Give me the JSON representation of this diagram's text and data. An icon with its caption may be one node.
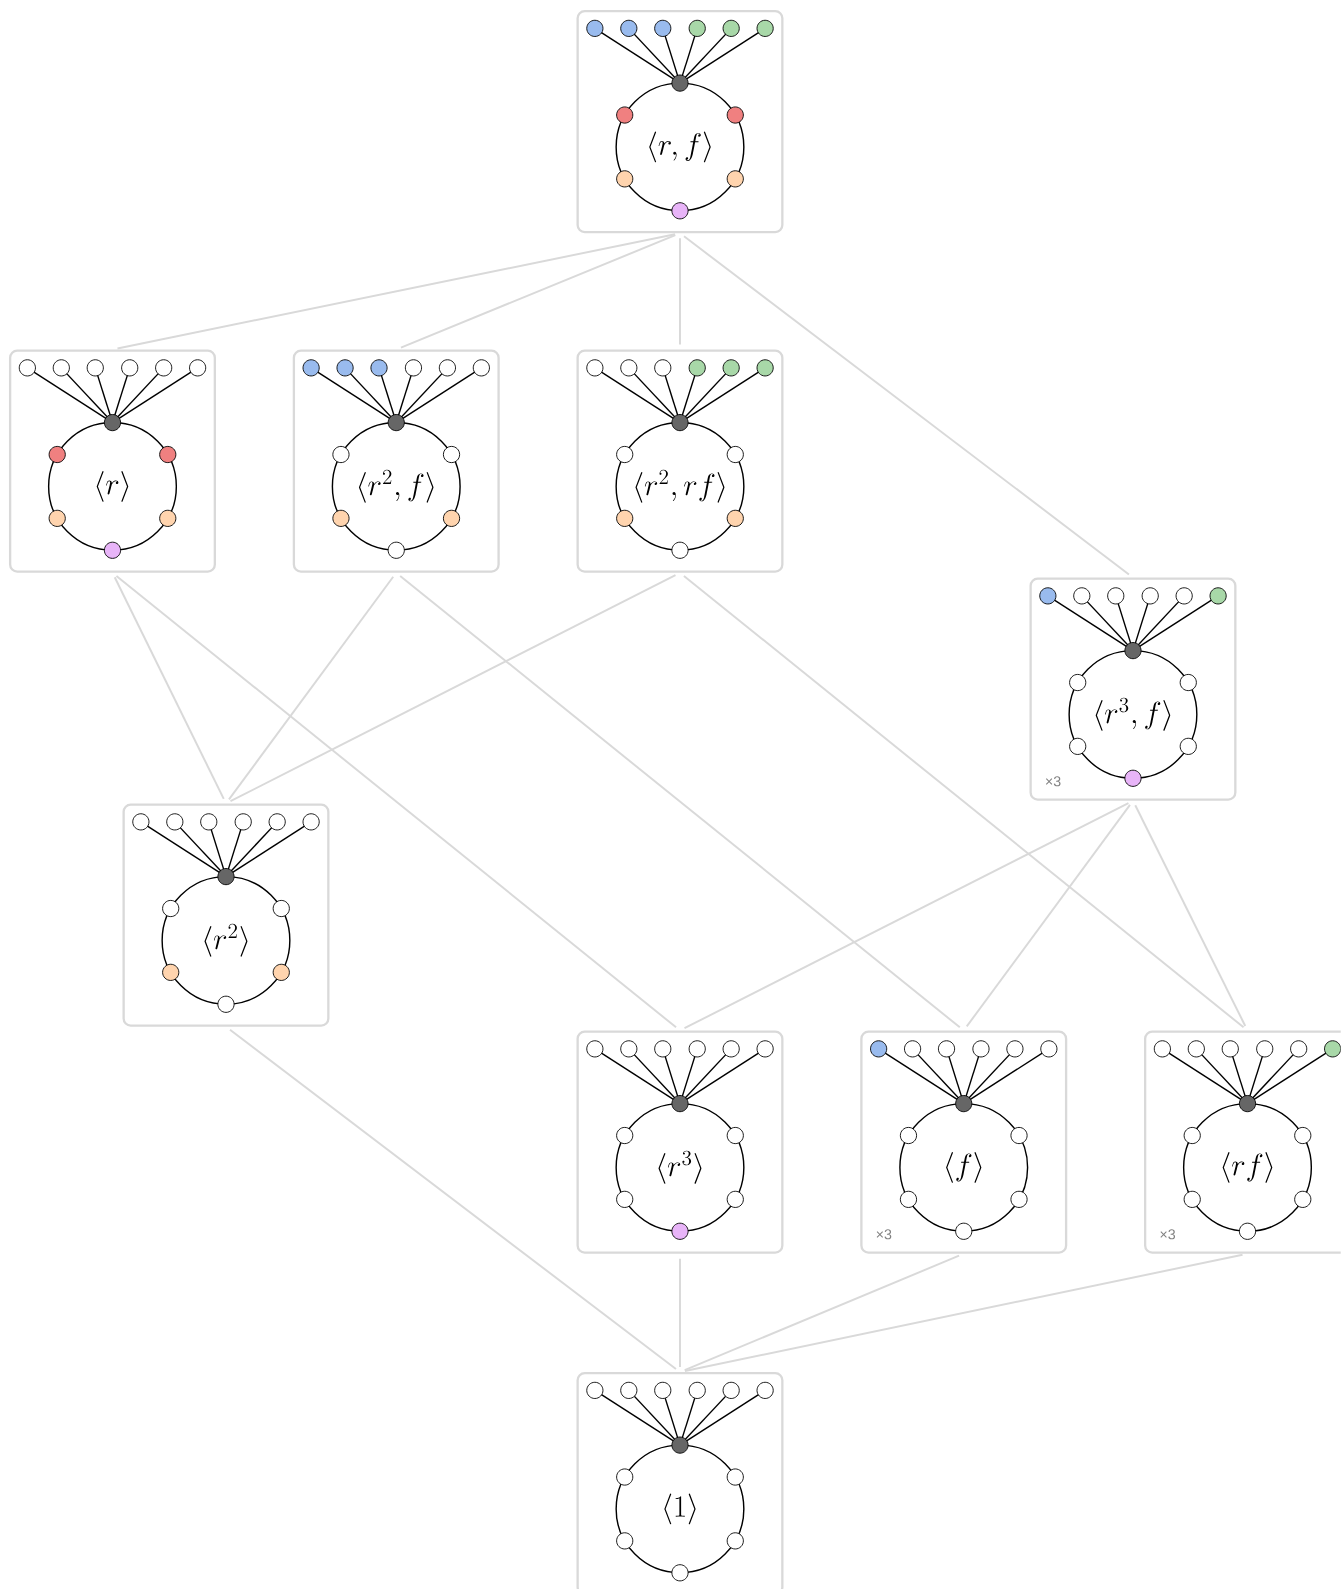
{
  "diagram": {
    "nodes": [
      {
        "text": [
          "\\langle r, f\\rangle"
        ]
      },
      {
        "text": [
          "\\langle r\\rangle"
        ]
      },
      {
        "text": [
          "\\langle r^2, f\\rangle"
        ]
      },
      {
        "text": [
          "\\langle r^2, rf\\rangle"
        ]
      },
      {
        "text": [
          "\\langle r^3, f\\rangle",
          "×3"
        ]
      },
      {
        "text": [
          "\\langle r^2\\rangle"
        ]
      },
      {
        "text": [
          "\\langle r^3\\rangle"
        ]
      },
      {
        "text": [
          "\\langle f\\rangle",
          "×3"
        ]
      },
      {
        "text": [
          "\\langle rf\\rangle",
          "×3"
        ]
      },
      {
        "text": [
          "\\langle 1\\rangle"
        ]
      }
    ],
    "edges": [
      {
        "from": 0,
        "to": 1,
        "arrow": "none"
      },
      {
        "from": 0,
        "to": 2,
        "arrow": "none"
      },
      {
        "from": 0,
        "to": 3,
        "arrow": "none"
      },
      {
        "from": 0,
        "to": 4,
        "arrow": "none"
      },
      {
        "from": 1,
        "to": 5,
        "arrow": "none"
      },
      {
        "from": 1,
        "to": 6,
        "arrow": "none"
      },
      {
        "from": 2,
        "to": 5,
        "arrow": "none"
      },
      {
        "from": 2,
        "to": 7,
        "arrow": "none"
      },
      {
        "from": 3,
        "to": 5,
        "arrow": "none"
      },
      {
        "from": 3,
        "to": 8,
        "arrow": "none"
      },
      {
        "from": 4,
        "to": 6,
        "arrow": "none"
      },
      {
        "from": 4,
        "to": 7,
        "arrow": "none"
      },
      {
        "from": 4,
        "to": 8,
        "arrow": "none"
      },
      {
        "from": 5,
        "to": 9,
        "arrow": "none"
      },
      {
        "from": 6,
        "to": 9,
        "arrow": "none"
      },
      {
        "from": 7,
        "to": 9,
        "arrow": "none"
      },
      {
        "from": 8,
        "to": 9,
        "arrow": "none"
      }
    ]
  }
}
